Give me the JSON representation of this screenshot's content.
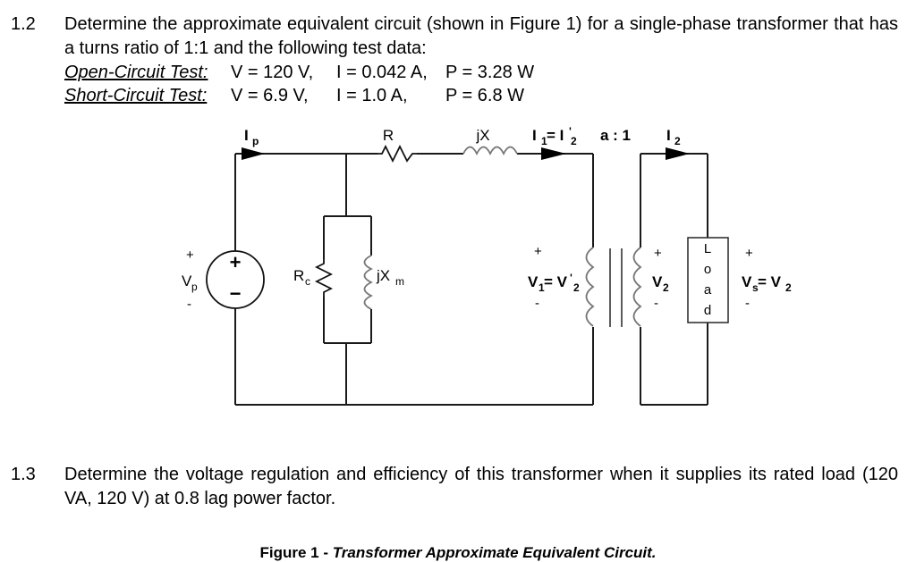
{
  "problems": [
    {
      "number": "1.2",
      "text": "Determine the approximate equivalent circuit (shown in Figure 1) for a single-phase transformer that has a turns ratio of 1:1 and the following test data:",
      "tests": [
        {
          "label": "Open-Circuit Test:",
          "v": "V = 120 V,",
          "i": "I = 0.042 A,",
          "p": "P = 3.28 W"
        },
        {
          "label": "Short-Circuit Test:",
          "v": "V = 6.9 V,",
          "i": "I = 1.0    A,",
          "p": "P = 6.8  W"
        }
      ]
    },
    {
      "number": "1.3",
      "text": "Determine the voltage regulation and efficiency of this transformer when it supplies its rated load (120 VA, 120 V) at 0.8 lag power factor."
    }
  ],
  "figure": {
    "caption_prefix": "Figure 1 - ",
    "caption_title": "Transformer Approximate Equivalent Circuit.",
    "labels": {
      "ip": "I",
      "ip_sub": "p",
      "r": "R",
      "jx": "jX",
      "i1_main": "I",
      "i1_sub1": "1",
      "i1_eq": " = I",
      "i1_prime": "'",
      "i1_sub2": "2",
      "ratio": "a : 1",
      "i2": "I",
      "i2_sub": "2",
      "vp": "V",
      "vp_sub": "p",
      "rc": "R",
      "rc_sub": "c",
      "jxm": "jX",
      "jxm_sub": "m",
      "v1_main": "V",
      "v1_sub1": "1",
      "v1_eq": " = V",
      "v1_prime": "'",
      "v1_sub2": "2",
      "v2": "V",
      "v2_sub": "2",
      "vs_main": "V",
      "vs_sub1": "s",
      "vs_eq": " = V",
      "vs_sub2": "2",
      "plus": "+",
      "minus": "-",
      "src_plus": "+",
      "src_minus": "−",
      "load_l": "L",
      "load_o": "o",
      "load_a": "a",
      "load_d": "d"
    }
  },
  "colors": {
    "ink": "#000000",
    "wire": "#1a1a1a",
    "component": "#111111",
    "component_light": "#777777",
    "background": "#ffffff"
  }
}
